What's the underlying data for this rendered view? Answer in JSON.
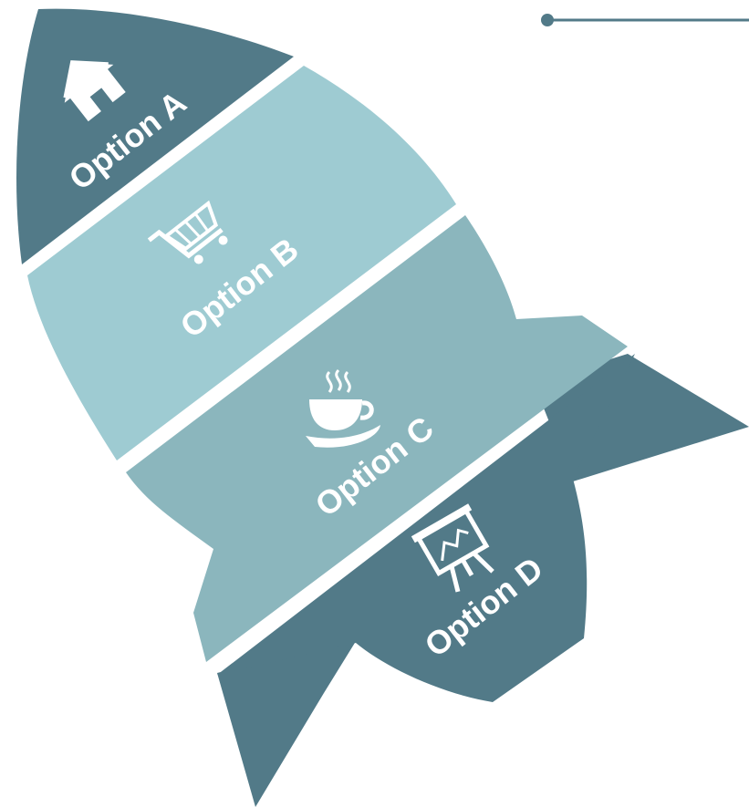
{
  "options": [
    {
      "label": "Option A",
      "icon": "house-icon"
    },
    {
      "label": "Option B",
      "icon": "shopping-cart-icon"
    },
    {
      "label": "Option C",
      "icon": "coffee-cup-icon"
    },
    {
      "label": "Option D",
      "icon": "presentation-board-icon"
    }
  ],
  "colors": {
    "dark_teal": "#527a88",
    "light_teal": "#9ecbd2",
    "mid_teal": "#8bb6bd",
    "white": "#ffffff",
    "background": "#ffffff"
  }
}
